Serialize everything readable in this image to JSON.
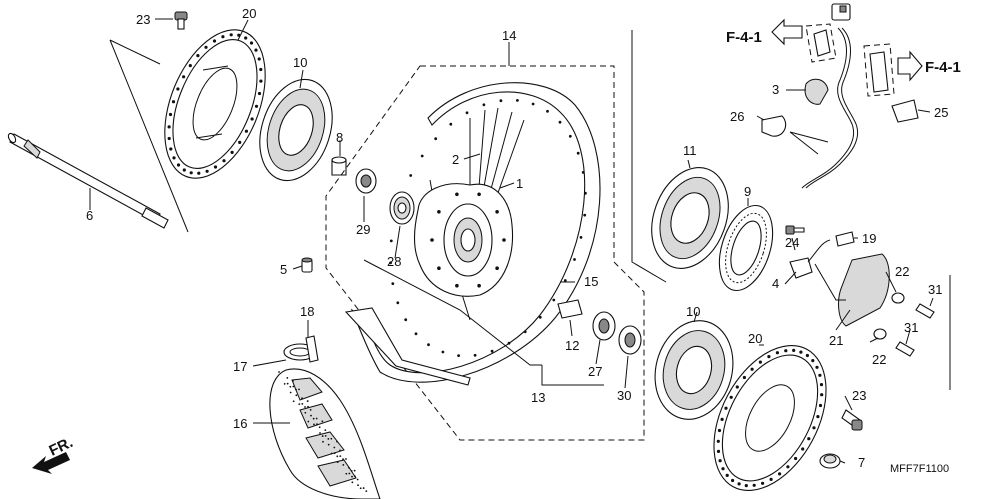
{
  "diagram": {
    "callouts": {
      "c1": "1",
      "c2": "2",
      "c3": "3",
      "c4": "4",
      "c5": "5",
      "c6": "6",
      "c7": "7",
      "c8": "8",
      "c9": "9",
      "c10a": "10",
      "c10b": "10",
      "c11": "11",
      "c12": "12",
      "c13": "13",
      "c14": "14",
      "c15": "15",
      "c16": "16",
      "c17": "17",
      "c18": "18",
      "c19": "19",
      "c20a": "20",
      "c20b": "20",
      "c21": "21",
      "c22a": "22",
      "c22b": "22",
      "c23a": "23",
      "c23b": "23",
      "c24": "24",
      "c25": "25",
      "c26": "26",
      "c27": "27",
      "c28": "28",
      "c29": "29",
      "c30": "30",
      "c31a": "31",
      "c31b": "31"
    },
    "ref_left": "F-4-1",
    "ref_right": "F-4-1",
    "front_label": "FR.",
    "diagram_code": "MFF7F1100"
  }
}
